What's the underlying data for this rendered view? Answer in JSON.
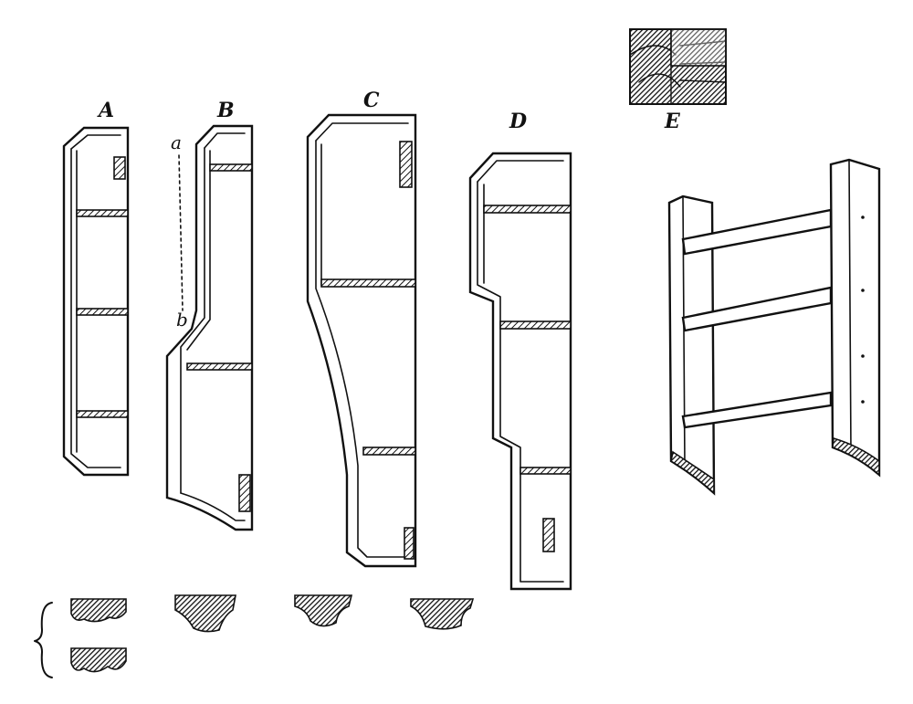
{
  "figure": {
    "labels": {
      "A": "A",
      "B": "B",
      "C": "C",
      "D": "D",
      "E": "E",
      "point_a": "a",
      "point_b": "b"
    },
    "colors": {
      "ink": "#111111",
      "paper": "#ffffff"
    }
  }
}
